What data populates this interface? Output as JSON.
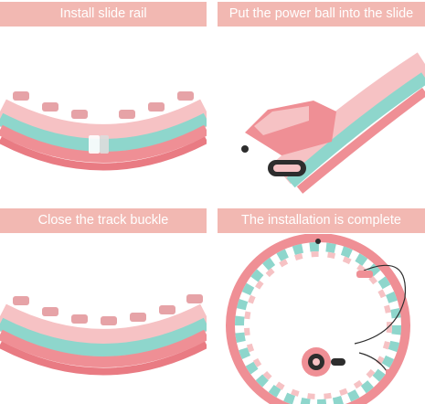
{
  "panels": [
    {
      "caption": "Install slide rail"
    },
    {
      "caption": "Put the power ball into the slide"
    },
    {
      "caption": "Close the track buckle"
    },
    {
      "caption": "The installation is complete"
    }
  ],
  "colors": {
    "banner": "#f2b8b2",
    "pink": "#ef8f95",
    "pink_light": "#f6c2c4",
    "teal": "#8ed6cc",
    "dark": "#2d2d2d"
  }
}
